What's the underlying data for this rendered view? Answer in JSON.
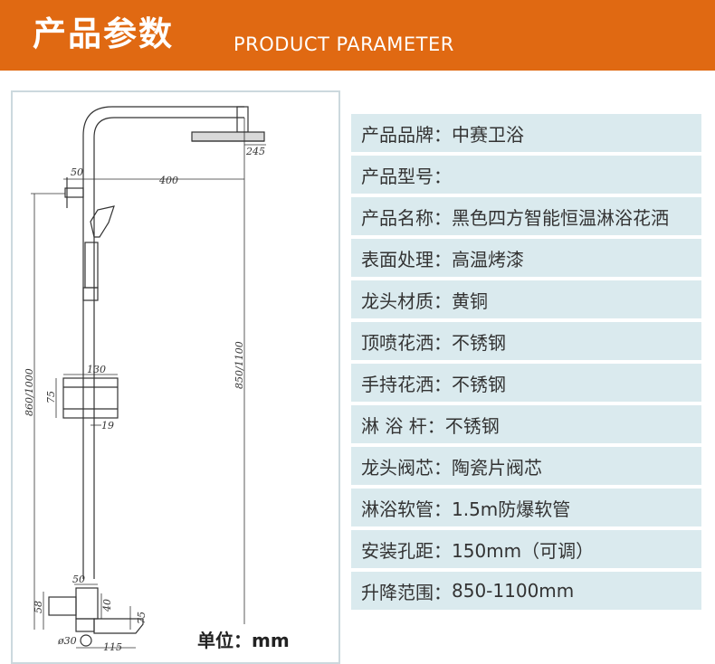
{
  "header": {
    "title_cn": "产品参数",
    "title_en": "PRODUCT PARAMETER"
  },
  "colors": {
    "banner": "#e06912",
    "row_bg": "#daeaee",
    "panel_border": "#ccd9de"
  },
  "diagram": {
    "unit_label": "单位：mm",
    "dimensions": {
      "d245": "245",
      "d50_top": "50",
      "d400": "400",
      "d850_1100": "850/1100",
      "d860_1000": "860/1000",
      "d130": "130",
      "d75_shelf": "75",
      "d19": "19",
      "d50_bottom": "50",
      "d58": "58",
      "d40": "40",
      "d75_spout": "75",
      "d30": "ø30",
      "d115": "115"
    }
  },
  "specs": [
    {
      "label": "产品品牌：",
      "value": "中赛卫浴"
    },
    {
      "label": "产品型号：",
      "value": ""
    },
    {
      "label": "产品名称：",
      "value": "黑色四方智能恒温淋浴花洒"
    },
    {
      "label": "表面处理：",
      "value": "高温烤漆"
    },
    {
      "label": "龙头材质：",
      "value": "黄铜"
    },
    {
      "label": "顶喷花洒：",
      "value": "不锈钢"
    },
    {
      "label": "手持花洒：",
      "value": "不锈钢"
    },
    {
      "label": "淋 浴 杆：",
      "value": "不锈钢"
    },
    {
      "label": "龙头阀芯：",
      "value": "陶瓷片阀芯"
    },
    {
      "label": "淋浴软管：",
      "value": "1.5m防爆软管"
    },
    {
      "label": "安装孔距：",
      "value": "150mm（可调）"
    },
    {
      "label": "升降范围：",
      "value": "850-1100mm"
    }
  ]
}
